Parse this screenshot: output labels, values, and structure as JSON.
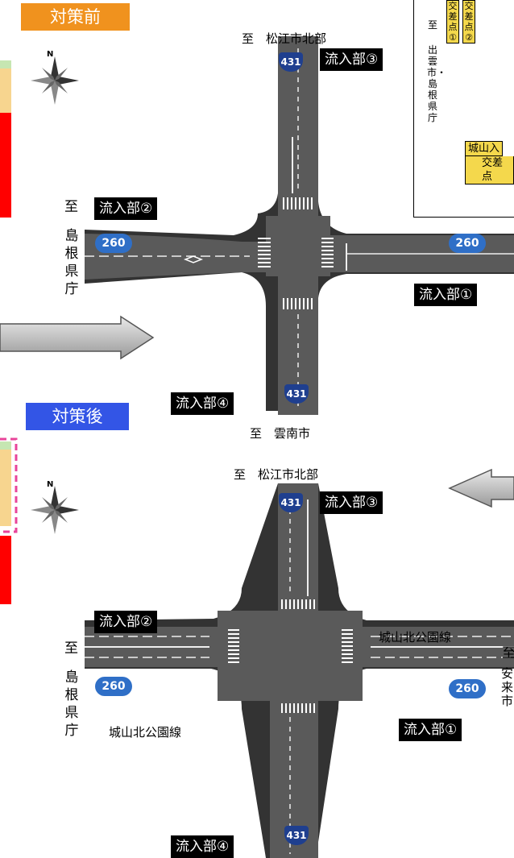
{
  "before": {
    "tag": "対策前",
    "north_label": "至　松江市北部",
    "south_label": "至　雲南市",
    "west_to": "至",
    "west_dest": "島根県庁",
    "inflow1": "流入部①",
    "inflow2": "流入部②",
    "inflow3": "流入部③",
    "inflow4": "流入部④",
    "route_national": "431",
    "route_prefectural": "260",
    "north_letter": "N"
  },
  "after": {
    "tag": "対策後",
    "north_label": "至　松江市北部",
    "west_to": "至",
    "west_dest": "島根県庁",
    "east_to": "至",
    "east_dest": "安来市",
    "road_name_ne": "城山北公園線",
    "road_name_sw": "城山北公園線",
    "inflow1": "流入部①",
    "inflow2": "流入部②",
    "inflow3": "流入部③",
    "inflow4": "流入部④",
    "route_national": "431",
    "route_prefectural": "260",
    "north_letter": "N"
  },
  "inset": {
    "to": "至",
    "dest": "出雲市・島根県庁",
    "point1": "交差点①",
    "point2": "交差点②",
    "intersection_name": "城山入",
    "intersection_suffix": "交差点"
  },
  "colors": {
    "before_tag": "#f0921e",
    "after_tag": "#3355e6",
    "road": "#555555",
    "chart_red": "#ff0000",
    "chart_tan": "#f7d58f",
    "dashed_highlight": "#e8449a",
    "route_shield": "#1f3f8f"
  }
}
